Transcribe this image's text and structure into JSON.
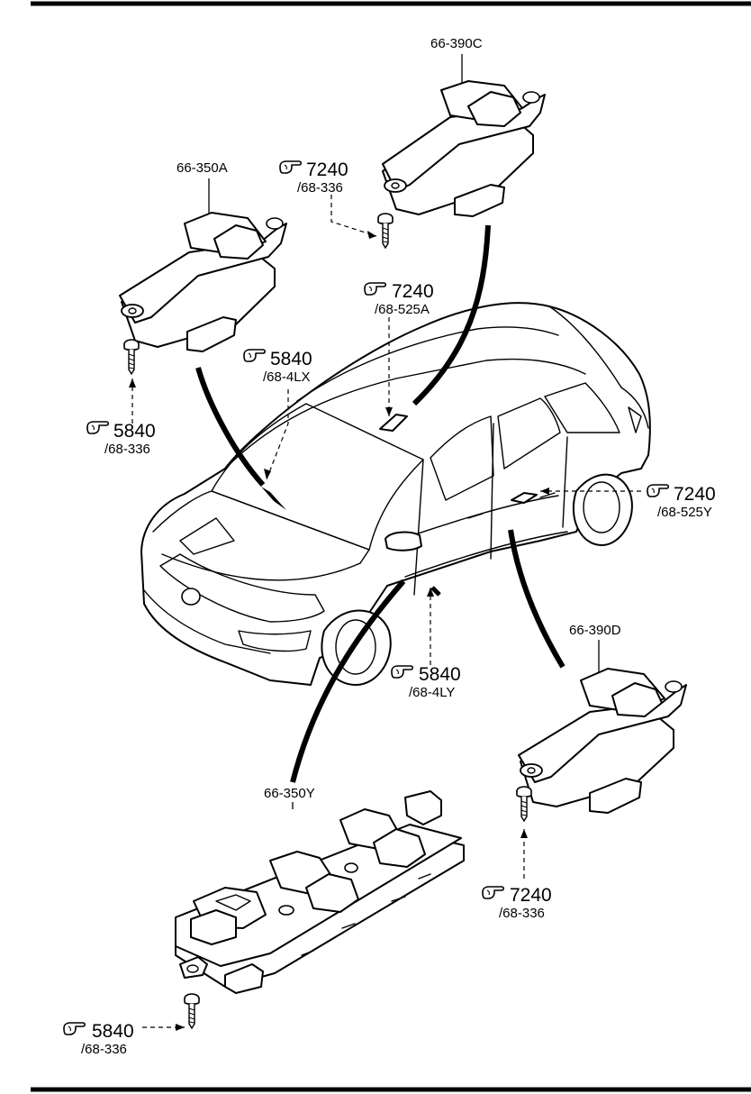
{
  "parts": [
    {
      "id": "p1",
      "number": "66-390C"
    },
    {
      "id": "p2",
      "number": "66-350A"
    },
    {
      "id": "p3",
      "number": "66-390D"
    },
    {
      "id": "p4",
      "number": "66-350Y"
    }
  ],
  "references": [
    {
      "id": "r1",
      "code": "7240",
      "page": "/68-336"
    },
    {
      "id": "r2",
      "code": "7240",
      "page": "/68-525A"
    },
    {
      "id": "r3",
      "code": "5840",
      "page": "/68-4LX"
    },
    {
      "id": "r4",
      "code": "5840",
      "page": "/68-336"
    },
    {
      "id": "r5",
      "code": "7240",
      "page": "/68-525Y"
    },
    {
      "id": "r6",
      "code": "5840",
      "page": "/68-4LY"
    },
    {
      "id": "r7",
      "code": "7240",
      "page": "/68-336"
    },
    {
      "id": "r8",
      "code": "5840",
      "page": "/68-336"
    }
  ],
  "icons": {
    "reference": "pointing-hand-icon",
    "screw": "screw-icon"
  }
}
